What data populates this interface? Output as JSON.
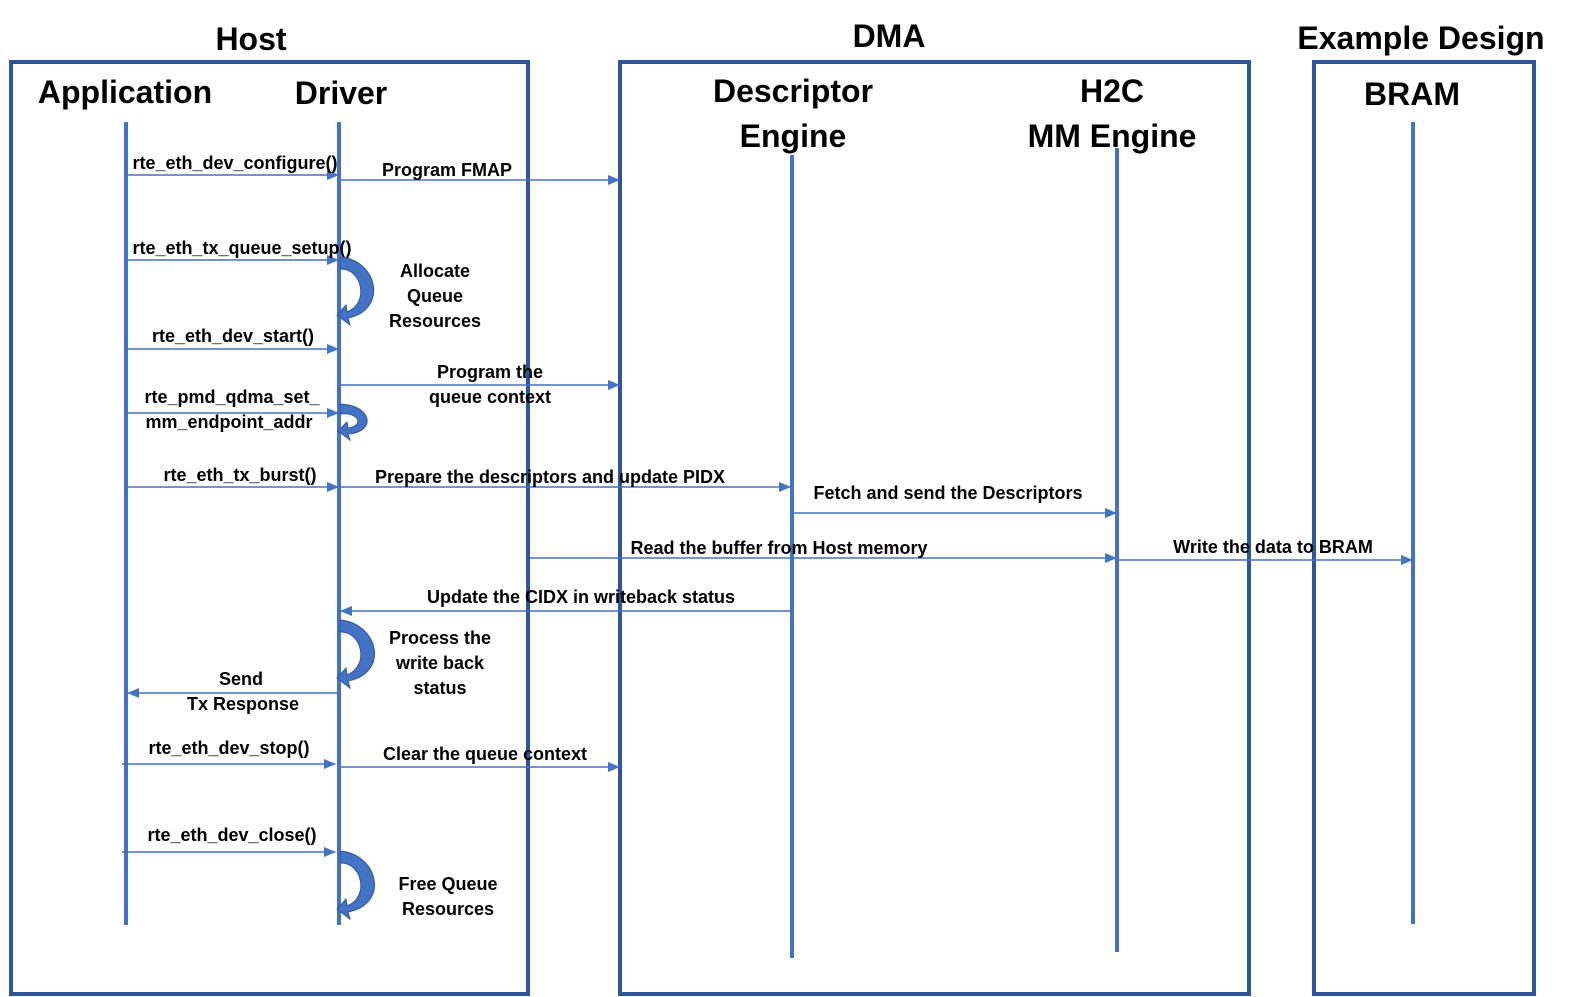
{
  "groups": {
    "host": "Host",
    "dma": "DMA",
    "example": "Example Design"
  },
  "lifelines": {
    "application": "Application",
    "driver": "Driver",
    "descriptor_1": "Descriptor",
    "descriptor_2": "Engine",
    "h2c_1": "H2C",
    "h2c_2": "MM Engine",
    "bram": "BRAM"
  },
  "messages": {
    "configure": "rte_eth_dev_configure()",
    "program_fmap": "Program FMAP",
    "queue_setup": "rte_eth_tx_queue_setup()",
    "dev_start": "rte_eth_dev_start()",
    "program_ctx_1": "Program the",
    "program_ctx_2": "queue context",
    "set_ep_1": "rte_pmd_qdma_set_",
    "set_ep_2": "mm_endpoint_addr",
    "tx_burst": "rte_eth_tx_burst()",
    "prepare": "Prepare the descriptors and update PIDX",
    "fetch": "Fetch and send the Descriptors",
    "read_buf": "Read the buffer from Host memory",
    "write_bram": "Write the data to BRAM",
    "update_cidx": "Update the CIDX in writeback status",
    "send_1": "Send",
    "send_2": "Tx Response",
    "dev_stop": "rte_eth_dev_stop()",
    "clear_ctx": "Clear the queue context",
    "dev_close": "rte_eth_dev_close()"
  },
  "notes": {
    "allocate_1": "Allocate",
    "allocate_2": "Queue",
    "allocate_3": "Resources",
    "process_1": "Process the",
    "process_2": "write back",
    "process_3": "status",
    "free_1": "Free Queue",
    "free_2": "Resources"
  },
  "colors": {
    "box": "#2f5597",
    "line": "#4472c4"
  }
}
